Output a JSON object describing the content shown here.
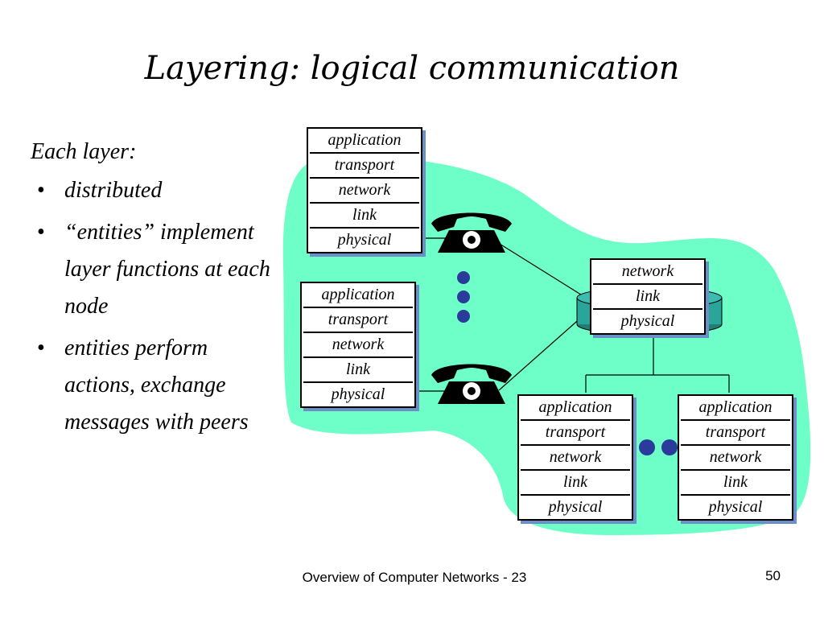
{
  "title": "Layering: logical communication",
  "intro": "Each layer:",
  "bullets": [
    "distributed",
    "“entities” implement layer functions at each node",
    "entities perform actions, exchange messages with peers"
  ],
  "stacks": {
    "host_top": [
      "application",
      "transport",
      "network",
      "link",
      "physical"
    ],
    "host_mid": [
      "application",
      "transport",
      "network",
      "link",
      "physical"
    ],
    "router": [
      "network",
      "link",
      "physical"
    ],
    "host_bottom_left": [
      "application",
      "transport",
      "network",
      "link",
      "physical"
    ],
    "host_bottom_right": [
      "application",
      "transport",
      "network",
      "link",
      "physical"
    ]
  },
  "colors": {
    "network_fill": "#6effc8",
    "shadow": "#6b8fc7",
    "dots": "#2b3b9c",
    "router_fill": "#2aa59a"
  },
  "icons": [
    "telephone-icon",
    "telephone-icon",
    "router-icon",
    "ellipsis-dots-icon"
  ],
  "footer": {
    "text": "Overview of Computer Networks - 23",
    "page": "50"
  }
}
